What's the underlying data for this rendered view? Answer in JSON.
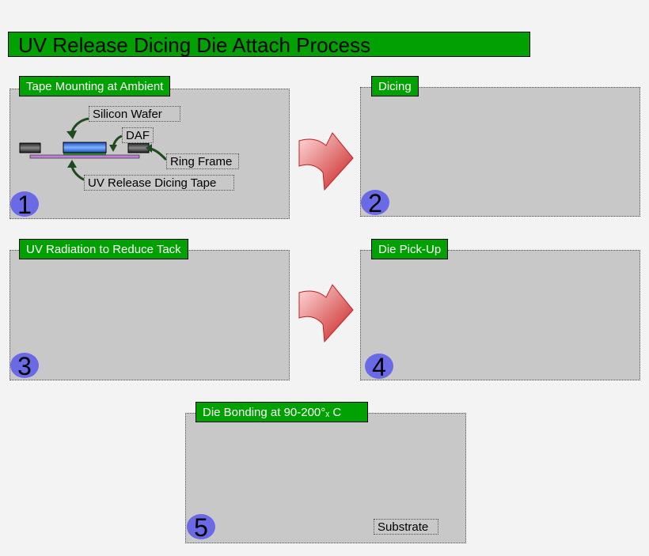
{
  "title": "UV Release Dicing Die Attach Process",
  "steps": [
    {
      "label": "Tape Mounting at Ambient",
      "number": "1"
    },
    {
      "label": "Dicing",
      "number": "2"
    },
    {
      "label": "UV Radiation to Reduce Tack",
      "number": "3"
    },
    {
      "label": "Die Pick-Up",
      "number": "4"
    },
    {
      "label": "Die Bonding at 90-200°ₓ C",
      "number": "5"
    }
  ],
  "callouts": {
    "silicon_wafer": "Silicon Wafer",
    "daf": "DAF",
    "ring_frame": "Ring Frame",
    "uv_tape": "UV Release Dicing Tape",
    "substrate": "Substrate"
  },
  "colors": {
    "label_green": "#00a100",
    "panel_gray": "#c8c8c8",
    "number_circle": "#6a6ae6",
    "arrow_red": "#e03a3a"
  }
}
